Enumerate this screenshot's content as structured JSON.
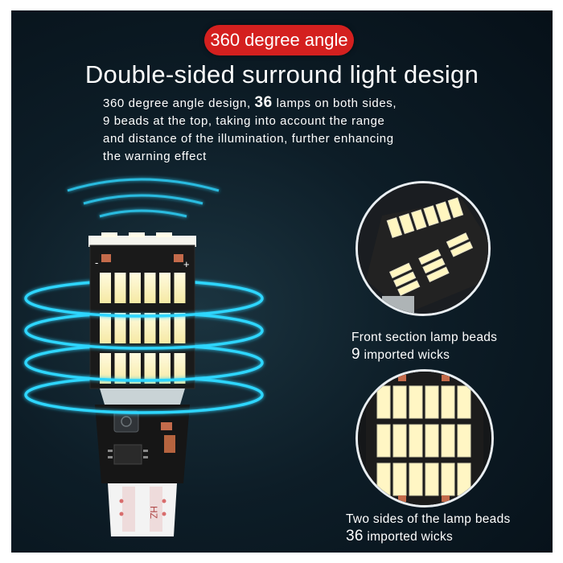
{
  "badge": "360 degree angle",
  "title": "Double-sided surround light design",
  "description": {
    "pre": "360 degree angle design, ",
    "num": "36",
    "post1": " lamps on both sides,",
    "line2": "9 beads at the top, taking into account the range",
    "line3": "and distance of the illumination, further enhancing",
    "line4": "the warning effect"
  },
  "top_section": {
    "line1": "Front section lamp beads",
    "num": "9",
    "line2_rest": " imported wicks"
  },
  "side_section": {
    "line1": "Two sides of the lamp beads",
    "num": "36",
    "line2_rest": " imported wicks"
  },
  "pcb_marks": {
    "minus": "-",
    "plus": "+",
    "brand": "HZ"
  },
  "colors": {
    "badge": "#d4201f",
    "glow": "#2fd6ff",
    "led": "#fff7c8",
    "pcb": "#1a1a1a",
    "base": "#f3f3f3"
  }
}
